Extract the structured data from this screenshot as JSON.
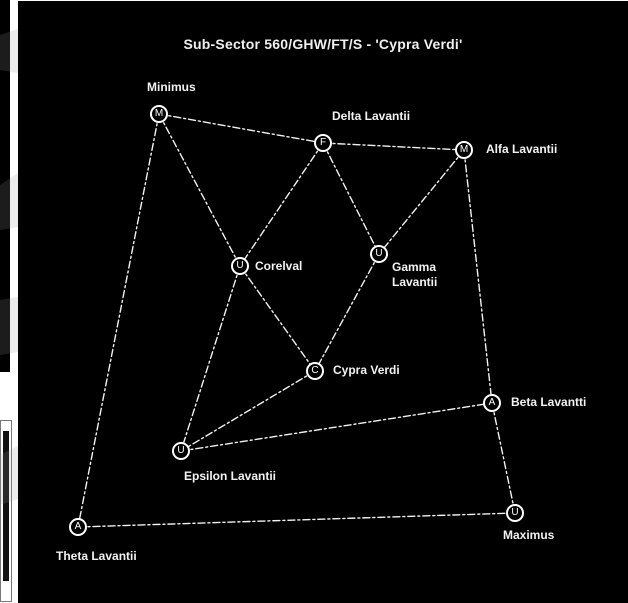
{
  "title": "Sub-Sector 560/GHW/FT/S - 'Cypra Verdi'",
  "colors": {
    "background": "#000000",
    "route": "#f2f2f2",
    "text": "#f2f2f2"
  },
  "systems": [
    {
      "id": "minimus",
      "name": "Minimus",
      "type": "M"
    },
    {
      "id": "delta",
      "name": "Delta Lavantii",
      "type": "F"
    },
    {
      "id": "alfa",
      "name": "Alfa Lavantii",
      "type": "M"
    },
    {
      "id": "corelval",
      "name": "Corelval",
      "type": "U"
    },
    {
      "id": "gamma",
      "name": "Gamma Lavantii",
      "type": "U"
    },
    {
      "id": "cypra",
      "name": "Cypra Verdi",
      "type": "C"
    },
    {
      "id": "beta",
      "name": "Beta Lavantti",
      "type": "A"
    },
    {
      "id": "epsilon",
      "name": "Epsilon Lavantii",
      "type": "U"
    },
    {
      "id": "theta",
      "name": "Theta Lavantii",
      "type": "A"
    },
    {
      "id": "maximus",
      "name": "Maximus",
      "type": "U"
    }
  ],
  "routes": [
    [
      "minimus",
      "delta"
    ],
    [
      "delta",
      "alfa"
    ],
    [
      "minimus",
      "corelval"
    ],
    [
      "minimus",
      "theta"
    ],
    [
      "delta",
      "corelval"
    ],
    [
      "delta",
      "gamma"
    ],
    [
      "alfa",
      "gamma"
    ],
    [
      "alfa",
      "beta"
    ],
    [
      "corelval",
      "cypra"
    ],
    [
      "gamma",
      "cypra"
    ],
    [
      "corelval",
      "epsilon"
    ],
    [
      "cypra",
      "epsilon"
    ],
    [
      "epsilon",
      "beta"
    ],
    [
      "beta",
      "maximus"
    ],
    [
      "theta",
      "maximus"
    ]
  ]
}
